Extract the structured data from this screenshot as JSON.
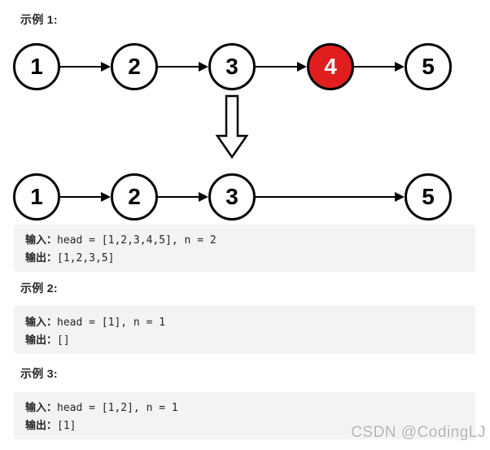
{
  "diagram": {
    "before": {
      "nodes": [
        "1",
        "2",
        "3",
        "4",
        "5"
      ],
      "highlight_index": 3,
      "highlight_color": "#e01e1e"
    },
    "after": {
      "nodes": [
        "1",
        "2",
        "3",
        "5"
      ]
    },
    "transform_icon": "down-arrow"
  },
  "examples": [
    {
      "label": "示例 1:",
      "input_label": "输入：",
      "input_code": "head = [1,2,3,4,5], n = 2",
      "output_label": "输出：",
      "output_code": "[1,2,3,5]"
    },
    {
      "label": "示例 2:",
      "input_label": "输入：",
      "input_code": "head = [1], n = 1",
      "output_label": "输出：",
      "output_code": "[]"
    },
    {
      "label": "示例 3:",
      "input_label": "输入：",
      "input_code": "head = [1,2], n = 1",
      "output_label": "输出：",
      "output_code": "[1]"
    }
  ],
  "watermark": "CSDN @CodingLJ",
  "colors": {
    "node_highlight": "#e01e1e",
    "code_background": "#f2f3f5"
  }
}
